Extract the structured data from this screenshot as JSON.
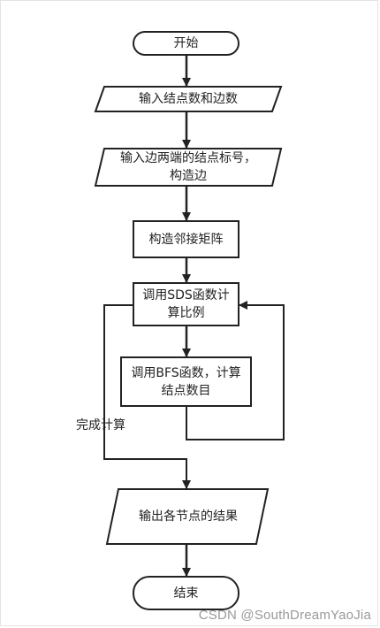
{
  "nodes": {
    "start": "开始",
    "input_counts": "输入结点数和边数",
    "input_edges": "输入边两端的结点标号，构造边",
    "build_matrix": "构造邻接矩阵",
    "sds_call": "调用SDS函数计算比例",
    "bfs_call": "调用BFS函数，计算结点数目",
    "output": "输出各节点的结果",
    "end": "结束"
  },
  "edge_labels": {
    "done": "完成计算"
  },
  "watermark": "CSDN @SouthDreamYaoJia"
}
